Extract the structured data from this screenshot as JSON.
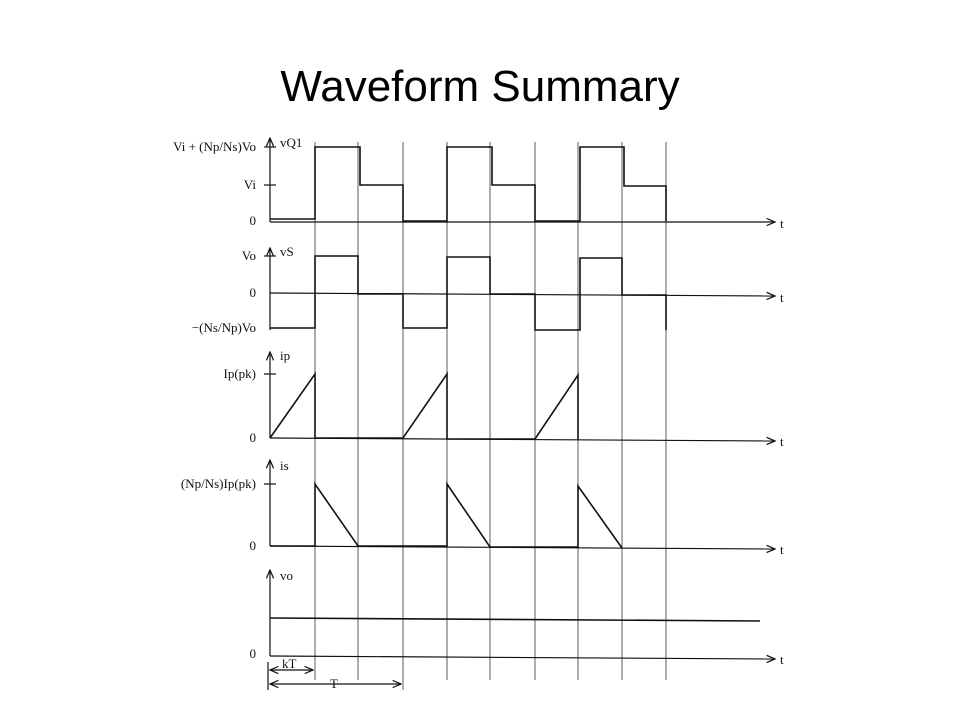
{
  "slide": {
    "title": "Waveform Summary"
  },
  "diagram": {
    "time_axis_label": "t",
    "panel_vq1": {
      "signal": "vQ1",
      "level_high": "Vi + (Np/Ns)Vo",
      "level_mid": "Vi",
      "level_zero": "0"
    },
    "panel_vs": {
      "signal": "vS",
      "level_high": "Vo",
      "level_zero": "0",
      "level_low": "−(Ns/Np)Vo"
    },
    "panel_ip": {
      "signal": "ip",
      "level_peak": "Ip(pk)",
      "level_zero": "0"
    },
    "panel_is": {
      "signal": "is",
      "level_peak": "(Np/Ns)Ip(pk)",
      "level_zero": "0"
    },
    "panel_vo": {
      "signal": "vo",
      "level_zero": "0"
    },
    "interval_kt": "kT",
    "interval_t": "T"
  }
}
